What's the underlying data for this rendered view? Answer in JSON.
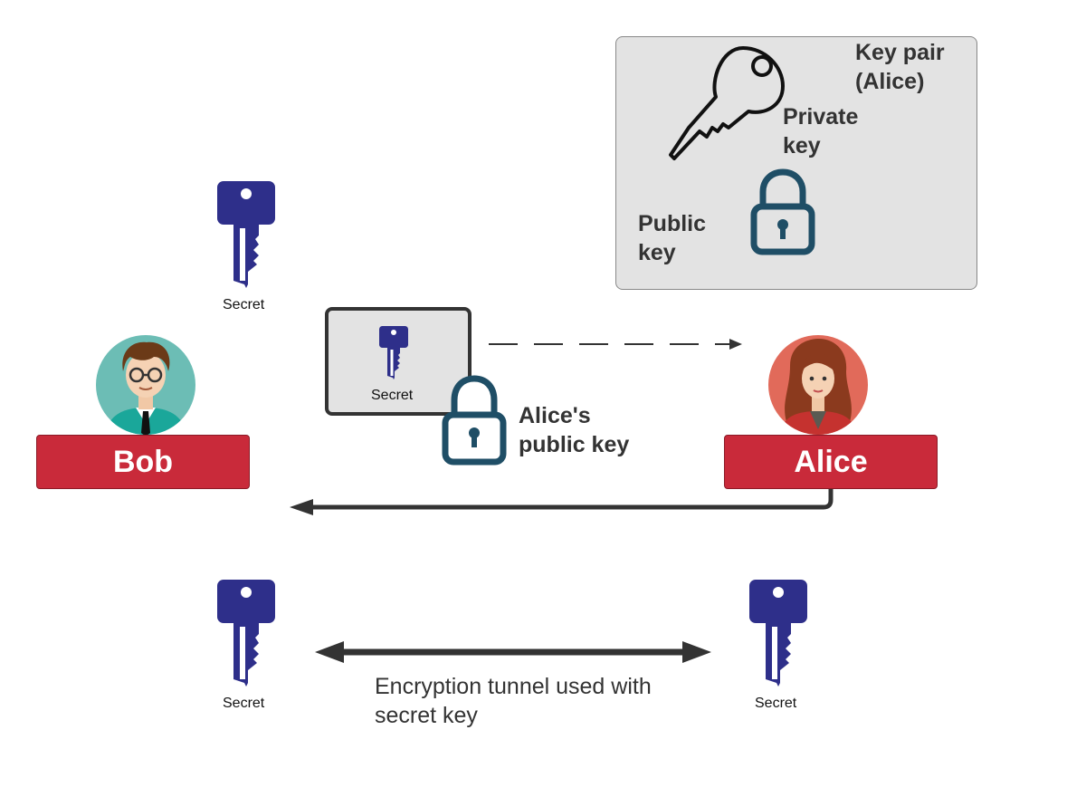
{
  "keypair": {
    "title": "Key pair\n(Alice)",
    "private_key": "Private\nkey",
    "public_key": "Public\nkey"
  },
  "secret_label": "Secret",
  "envelope": {
    "secret_label": "Secret"
  },
  "alices_public_key": "Alice's\npublic key",
  "bob": {
    "name": "Bob"
  },
  "alice": {
    "name": "Alice"
  },
  "tunnel": {
    "caption": "Encryption tunnel used with\nsecret key"
  },
  "colors": {
    "key_blue": "#2e2f8a",
    "lock_teal": "#1f4e66",
    "name_red": "#c92a3a",
    "panel_gray": "#e3e3e3"
  }
}
